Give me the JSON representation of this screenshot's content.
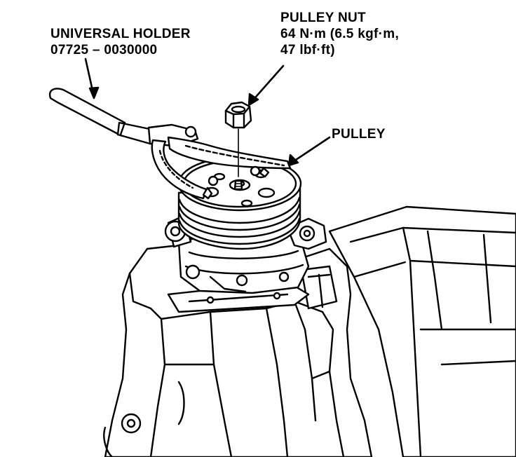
{
  "labels": {
    "universal_holder": {
      "lines": [
        "UNIVERSAL HOLDER",
        "07725 – 0030000"
      ]
    },
    "pulley_nut": {
      "lines": [
        "PULLEY NUT",
        "64 N·m (6.5 kgf·m,",
        "47 lbf·ft)"
      ]
    },
    "pulley": {
      "lines": [
        "PULLEY"
      ]
    }
  },
  "colors": {
    "ink": "#000000",
    "paper": "#ffffff"
  }
}
